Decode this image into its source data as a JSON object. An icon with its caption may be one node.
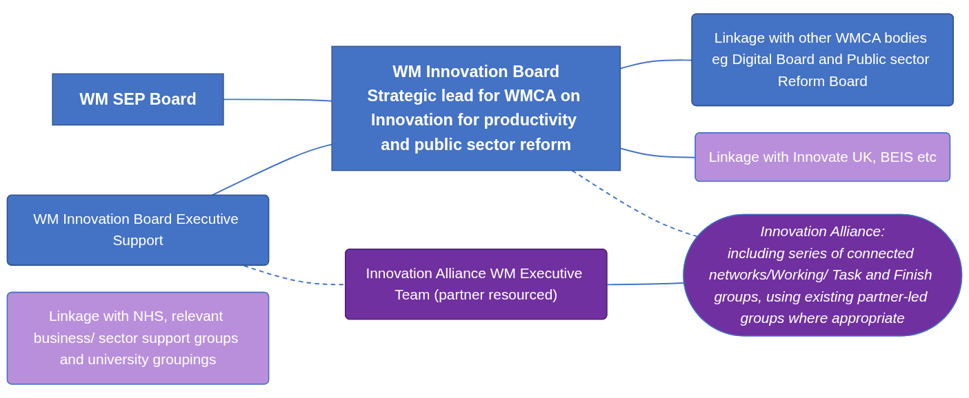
{
  "diagram": {
    "nodes": [
      {
        "text": [
          "WM SEP Board"
        ]
      },
      {
        "text": [
          "WM Innovation Board",
          "Strategic lead for WMCA on Innovation for productivity and public sector reform"
        ]
      },
      {
        "text": [
          "WM Innovation Board Executive Support"
        ]
      },
      {
        "text": [
          "Linkage with other WMCA bodies eg Digital Board and Public sector Reform Board"
        ]
      },
      {
        "text": [
          "Innovation Alliance WM Executive Team (partner resourced)"
        ]
      },
      {
        "text": [
          "Innovation Alliance:",
          "including series of connected networks/Working/ Task and Finish groups, using existing partner-led groups where appropriate"
        ]
      },
      {
        "text": [
          "Linkage with Innovate UK, BEIS etc"
        ]
      },
      {
        "text": [
          "Linkage with NHS, relevant business/ sector support groups and university groupings"
        ]
      }
    ],
    "edges": [
      {
        "from": 0,
        "to": 1,
        "arrow": "none"
      },
      {
        "from": 2,
        "to": 1,
        "arrow": "none"
      },
      {
        "from": 1,
        "to": 3,
        "arrow": "none"
      },
      {
        "from": 1,
        "to": 6,
        "arrow": "none"
      },
      {
        "from": 2,
        "to": 4,
        "arrow": "none",
        "style": "dashed"
      },
      {
        "from": 1,
        "to": 5,
        "arrow": "none",
        "style": "dashed"
      },
      {
        "from": 4,
        "to": 5,
        "arrow": "none"
      }
    ]
  }
}
